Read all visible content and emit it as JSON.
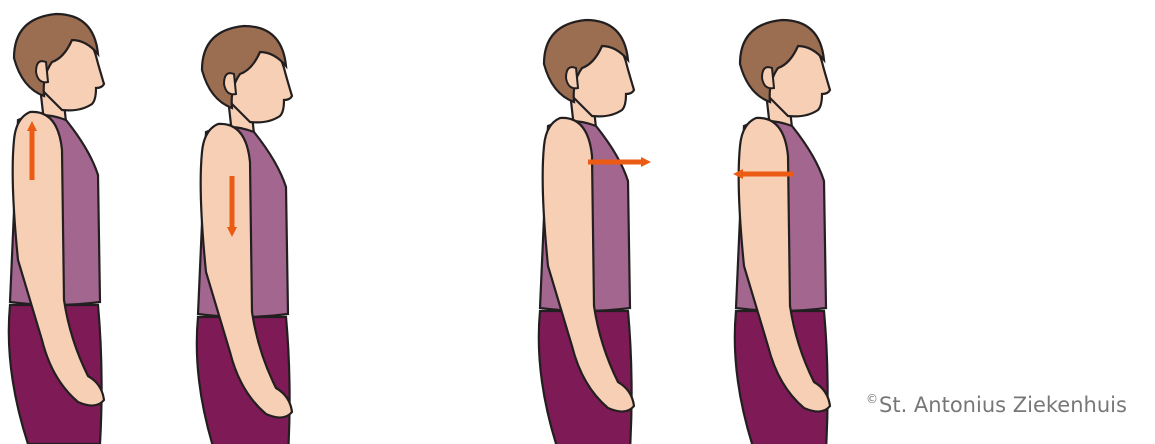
{
  "figures": [
    {
      "id": "shoulders-up",
      "arrow": "up"
    },
    {
      "id": "shoulders-down",
      "arrow": "down"
    },
    {
      "id": "shoulders-forward",
      "arrow": "forward"
    },
    {
      "id": "shoulders-back",
      "arrow": "back"
    }
  ],
  "copyright": {
    "symbol": "©",
    "text": "St. Antonius Ziekenhuis"
  },
  "colors": {
    "hair": "#9b6e52",
    "skin": "#f6cfb5",
    "shirt": "#a3678f",
    "pants": "#7e1a56",
    "outline": "#231f20",
    "arrow": "#ec5b13",
    "credit": "#777777"
  }
}
